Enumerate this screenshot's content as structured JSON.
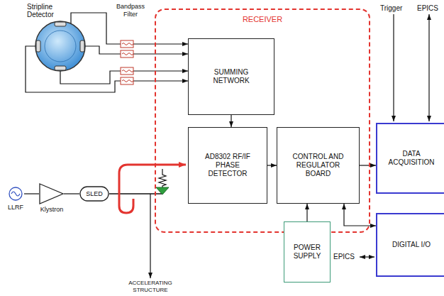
{
  "diagram": {
    "nodes": [
      {
        "text": [
          "Stripline Detector"
        ]
      },
      {
        "text": [
          "RECEIVER"
        ]
      },
      {
        "text": [
          "SUMMING NETWORK"
        ],
        "in": 1
      },
      {
        "text": [
          "AD8302 RF/IF PHASE DETECTOR"
        ],
        "in": 1
      },
      {
        "text": [
          "CONTROL AND REGULATOR BOARD"
        ],
        "in": 1
      },
      {
        "text": [
          "DATA ACQUISITION"
        ]
      },
      {
        "text": [
          "LLRF"
        ]
      },
      {
        "text": [
          "Klystron"
        ]
      },
      {
        "text": [
          "SLED"
        ]
      },
      {
        "text": [
          "POWER SUPPLY"
        ]
      },
      {
        "text": [
          "DIGITAL I/O"
        ]
      }
    ],
    "edges": [
      {
        "from": 0,
        "to": 2,
        "arrow": "to"
      },
      {
        "from": 0,
        "to": 2,
        "arrow": "to"
      },
      {
        "from": 0,
        "to": 2,
        "arrow": "to"
      },
      {
        "from": 0,
        "to": 2,
        "arrow": "to"
      },
      {
        "from": 2,
        "to": 3,
        "arrow": "to"
      },
      {
        "from": 3,
        "to": 4,
        "arrow": "to"
      },
      {
        "from": 4,
        "to": 5,
        "arrow": "to"
      },
      {
        "from": 9,
        "to": 4,
        "arrow": "to"
      },
      {
        "from": 4,
        "to": 10,
        "arrow": "both"
      },
      {
        "from": 6,
        "to": 7,
        "arrow": "none"
      },
      {
        "from": 7,
        "to": 8,
        "arrow": "none"
      }
    ],
    "labels": [
      "Bandpass Filter",
      "Trigger",
      "EPICS",
      "EPICS",
      "ACCELERATING STRUCTURE"
    ]
  }
}
